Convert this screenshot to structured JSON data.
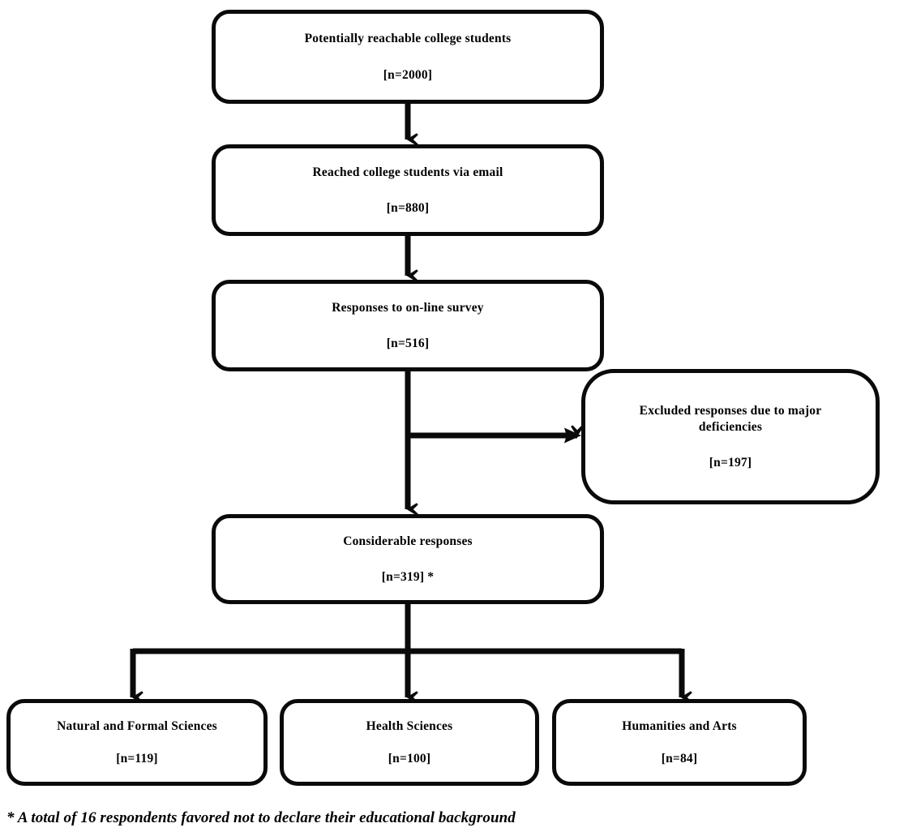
{
  "diagram": {
    "type": "flowchart",
    "title": "Survey respondent flow diagram",
    "line_color": "#0a0a0a",
    "background_color": "#ffffff",
    "nodes": [
      {
        "id": "potentially-reachable",
        "label": "Potentially reachable college students",
        "count": "[n=2000]"
      },
      {
        "id": "reached-email",
        "label": "Reached college students via email",
        "count": "[n=880]"
      },
      {
        "id": "responses-online-survey",
        "label": "Responses to on-line survey",
        "count": "[n=516]"
      },
      {
        "id": "excluded-responses",
        "label": "Excluded responses due to major deficiencies",
        "count": "[n=197]"
      },
      {
        "id": "considerable-responses",
        "label": "Considerable responses",
        "count": "[n=319] *"
      },
      {
        "id": "natural-formal-sciences",
        "label": "Natural and Formal Sciences",
        "count": "[n=119]"
      },
      {
        "id": "health-sciences",
        "label": "Health Sciences",
        "count": "[n=100]"
      },
      {
        "id": "humanities-arts",
        "label": "Humanities and Arts",
        "count": "[n=84]"
      }
    ],
    "footnote": "* A total of 16 respondents favored not to declare their educational background"
  }
}
